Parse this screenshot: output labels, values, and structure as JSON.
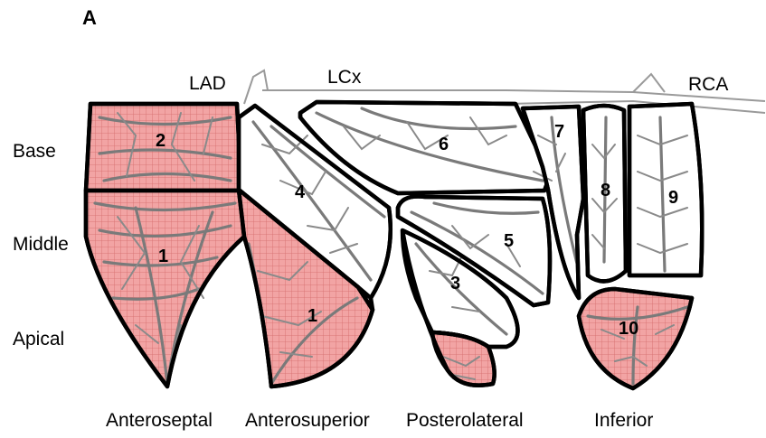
{
  "figure": {
    "panel_label": "A",
    "arteries": {
      "lad": "LAD",
      "lcx": "LCx",
      "rca": "RCA"
    },
    "rows": {
      "base": "Base",
      "middle": "Middle",
      "apical": "Apical"
    },
    "columns": {
      "anteroseptal": "Anteroseptal",
      "anterosuperior": "Anterosuperior",
      "posterolateral": "Posterolateral",
      "inferior": "Inferior"
    },
    "segments": {
      "s1a": "1",
      "s1b": "1",
      "s2": "2",
      "s3": "3",
      "s4": "4",
      "s5": "5",
      "s6": "6",
      "s7": "7",
      "s8": "8",
      "s9": "9",
      "s10": "10"
    },
    "colors": {
      "infarct_fill": "#f0a0a0",
      "grid": "#d86868",
      "outline": "#000000",
      "vessel": "#7a7a7a"
    }
  }
}
